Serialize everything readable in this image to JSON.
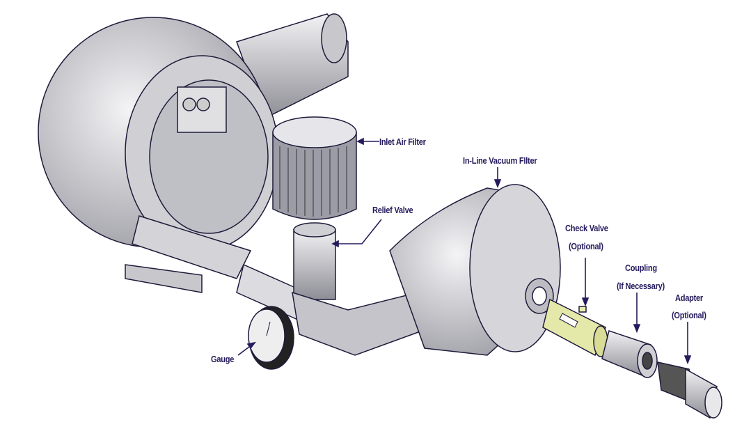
{
  "diagram": {
    "labels": {
      "inlet_air_filter": "Inlet Air Filter",
      "inline_vacuum_filter": "In-Line Vacuum FIlter",
      "relief_valve": "Relief Valve",
      "check_valve": "Check Valve",
      "check_valve_note": "(Optional)",
      "coupling": "Coupling",
      "coupling_note": "(If Necessary)",
      "adapter": "Adapter",
      "adapter_note": "(Optional)",
      "gauge": "Gauge"
    },
    "colors": {
      "label": "#241a5c",
      "outline": "#1e1a3a",
      "metal": "#d8d8dc",
      "check_valve": "#e4e8a8"
    }
  }
}
